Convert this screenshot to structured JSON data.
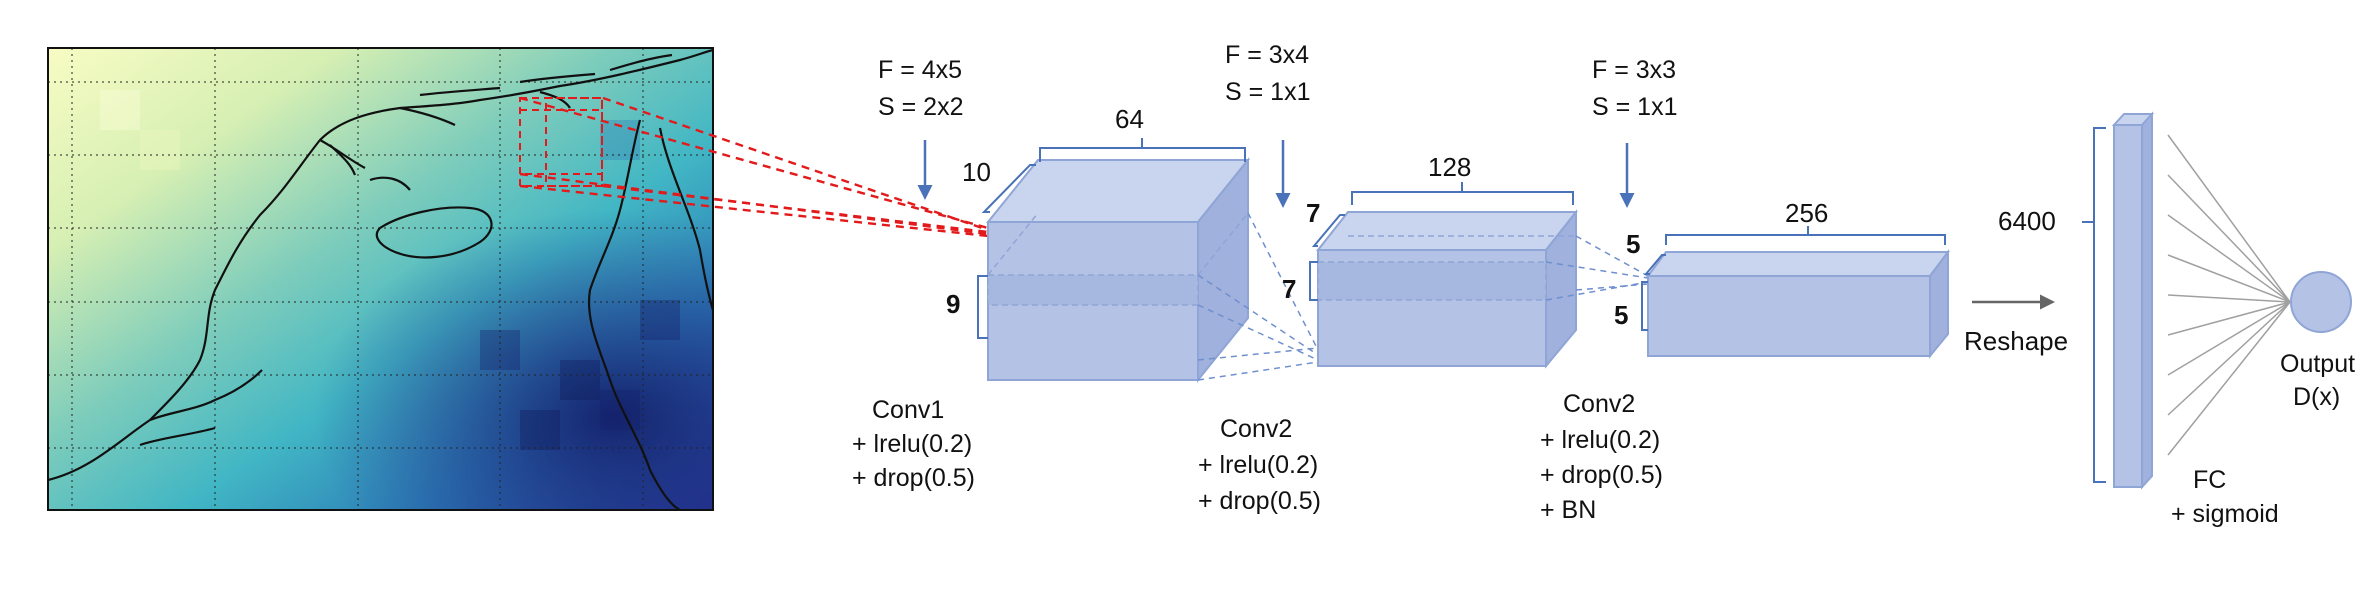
{
  "map": {
    "colors": {
      "light": "#f7fcc4",
      "mid": "#41b6c4",
      "dark": "#253494",
      "deep": "#14206a",
      "coast": "#111111",
      "selection": "#e31a1c"
    }
  },
  "layers": [
    {
      "filter": [
        "F = 4x5",
        "S = 2x2"
      ],
      "dims": {
        "width": "64",
        "depth": "10",
        "height": "9"
      },
      "caption": [
        "Conv1",
        "+ lrelu(0.2)",
        "+ drop(0.5)"
      ]
    },
    {
      "filter": [
        "F = 3x4",
        "S = 1x1"
      ],
      "dims": {
        "width": "128",
        "depth": "7",
        "height": "7"
      },
      "caption": [
        "Conv2",
        "+ lrelu(0.2)",
        "+ drop(0.5)"
      ]
    },
    {
      "filter": [
        "F = 3x3",
        "S = 1x1"
      ],
      "dims": {
        "width": "256",
        "depth": "5",
        "height": "5"
      },
      "caption": [
        "Conv2",
        "+ lrelu(0.2)",
        "+ drop(0.5)",
        "+ BN"
      ]
    }
  ],
  "reshape": {
    "label": "Reshape"
  },
  "fc": {
    "size": "6400",
    "caption": [
      "FC",
      "+ sigmoid"
    ]
  },
  "output": {
    "caption": [
      "Output",
      "D(x)"
    ]
  },
  "colors": {
    "box_face": "#b4c2e6",
    "box_top": "#c9d4ee",
    "box_side": "#9fb1dc",
    "box_edge": "#8fa5d6",
    "arrow": "#4a72b8",
    "fc_lines": "#a0a0a0",
    "output_node": "#b4c2e6"
  }
}
